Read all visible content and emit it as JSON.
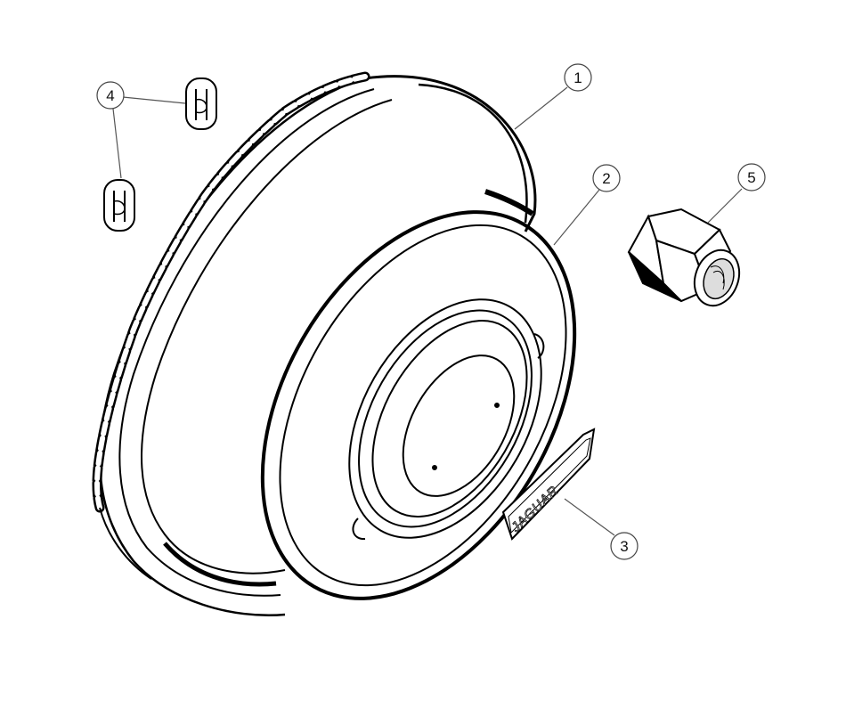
{
  "diagram": {
    "type": "exploded-parts-diagram",
    "subject": "wheel hub cap assembly",
    "colors": {
      "line": "#000000",
      "leader": "#555555",
      "background": "#ffffff"
    },
    "callouts": [
      {
        "id": "1",
        "label": "1",
        "part": "wheel rim trim ring"
      },
      {
        "id": "2",
        "label": "2",
        "part": "hub cap"
      },
      {
        "id": "3",
        "label": "3",
        "part": "badge"
      },
      {
        "id": "4",
        "label": "4",
        "part": "clips"
      },
      {
        "id": "5",
        "label": "5",
        "part": "wheel nut"
      }
    ],
    "badge_text": "JAGUAR"
  }
}
